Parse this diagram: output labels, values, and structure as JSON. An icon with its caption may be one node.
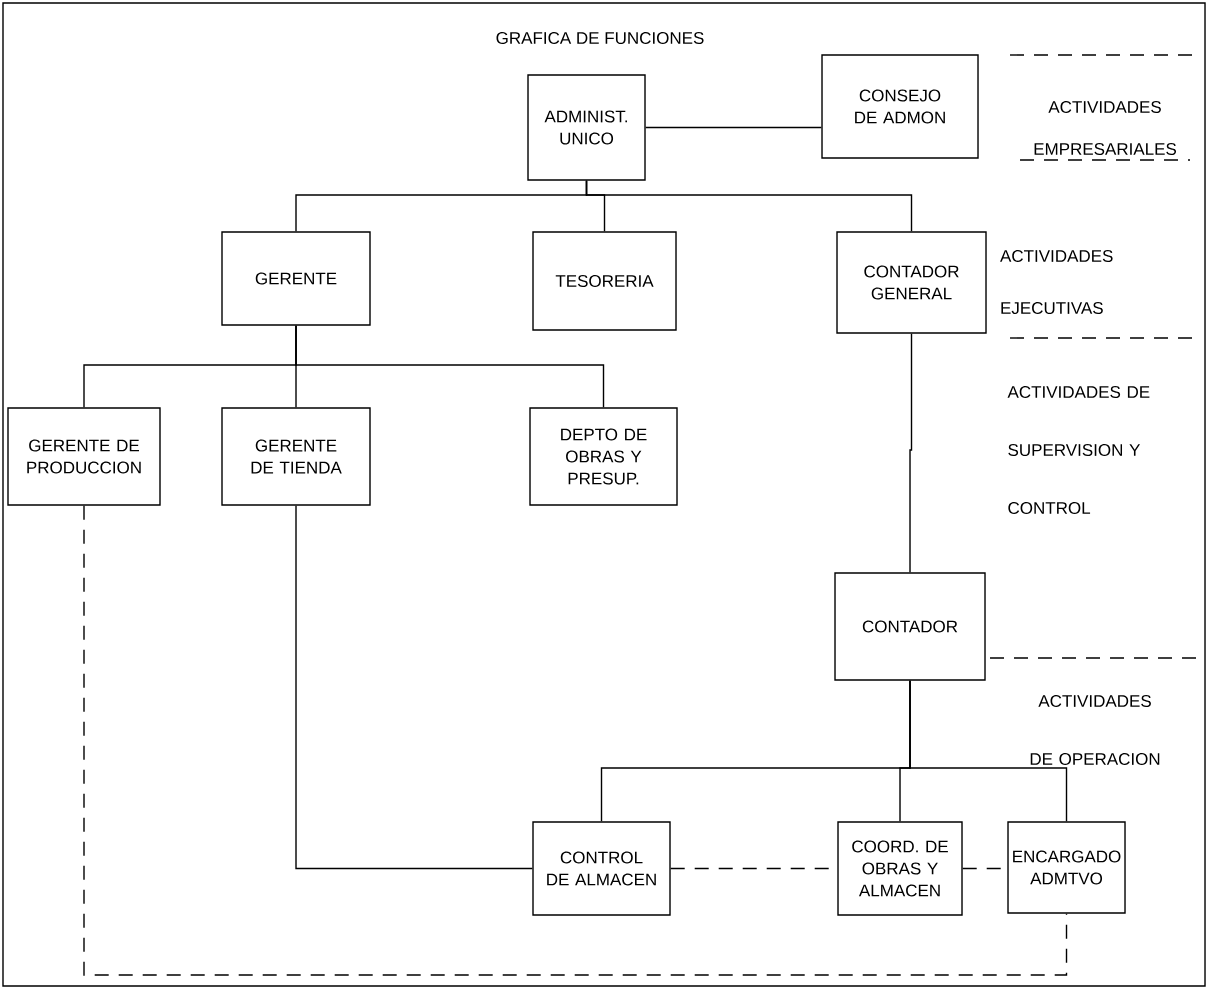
{
  "diagram": {
    "title": "GRAFICA DE FUNCIONES",
    "nodes": [
      {
        "text": [
          "ADMINIST. UNICO"
        ]
      },
      {
        "text": [
          "CONSEJO DE ADMON"
        ]
      },
      {
        "text": [
          "GERENTE"
        ]
      },
      {
        "text": [
          "TESORERIA"
        ]
      },
      {
        "text": [
          "CONTADOR GENERAL"
        ]
      },
      {
        "text": [
          "GERENTE DE PRODUCCION"
        ]
      },
      {
        "text": [
          "GERENTE DE TIENDA"
        ]
      },
      {
        "text": [
          "DEPTO DE OBRAS Y PRESUP."
        ]
      },
      {
        "text": [
          "CONTADOR"
        ]
      },
      {
        "text": [
          "CONTROL DE ALMACEN"
        ]
      },
      {
        "text": [
          "COORD. DE OBRAS Y ALMACEN"
        ]
      },
      {
        "text": [
          "ENCARGADO ADMTVO"
        ]
      }
    ],
    "edges": [
      {
        "from": 0,
        "to": 1,
        "arrow": "none"
      },
      {
        "from": 0,
        "to": 2,
        "arrow": "none"
      },
      {
        "from": 0,
        "to": 3,
        "arrow": "none"
      },
      {
        "from": 0,
        "to": 4,
        "arrow": "none"
      },
      {
        "from": 2,
        "to": 5,
        "arrow": "none"
      },
      {
        "from": 2,
        "to": 6,
        "arrow": "none"
      },
      {
        "from": 2,
        "to": 7,
        "arrow": "none"
      },
      {
        "from": 4,
        "to": 8,
        "arrow": "none"
      },
      {
        "from": 8,
        "to": 9,
        "arrow": "none"
      },
      {
        "from": 8,
        "to": 10,
        "arrow": "none"
      },
      {
        "from": 8,
        "to": 11,
        "arrow": "none"
      },
      {
        "from": 6,
        "to": 9,
        "arrow": "none"
      },
      {
        "from": 9,
        "to": 10,
        "arrow": "none",
        "style": "dashed"
      },
      {
        "from": 10,
        "to": 11,
        "arrow": "none",
        "style": "dashed"
      },
      {
        "from": 5,
        "to": 11,
        "arrow": "none",
        "style": "dashed"
      }
    ],
    "labels": [
      "ACTIVIDADES EMPRESARIALES",
      "ACTIVIDADES EJECUTIVAS",
      "ACTIVIDADES DE SUPERVISION Y CONTROL",
      "ACTIVIDADES DE OPERACION"
    ]
  }
}
